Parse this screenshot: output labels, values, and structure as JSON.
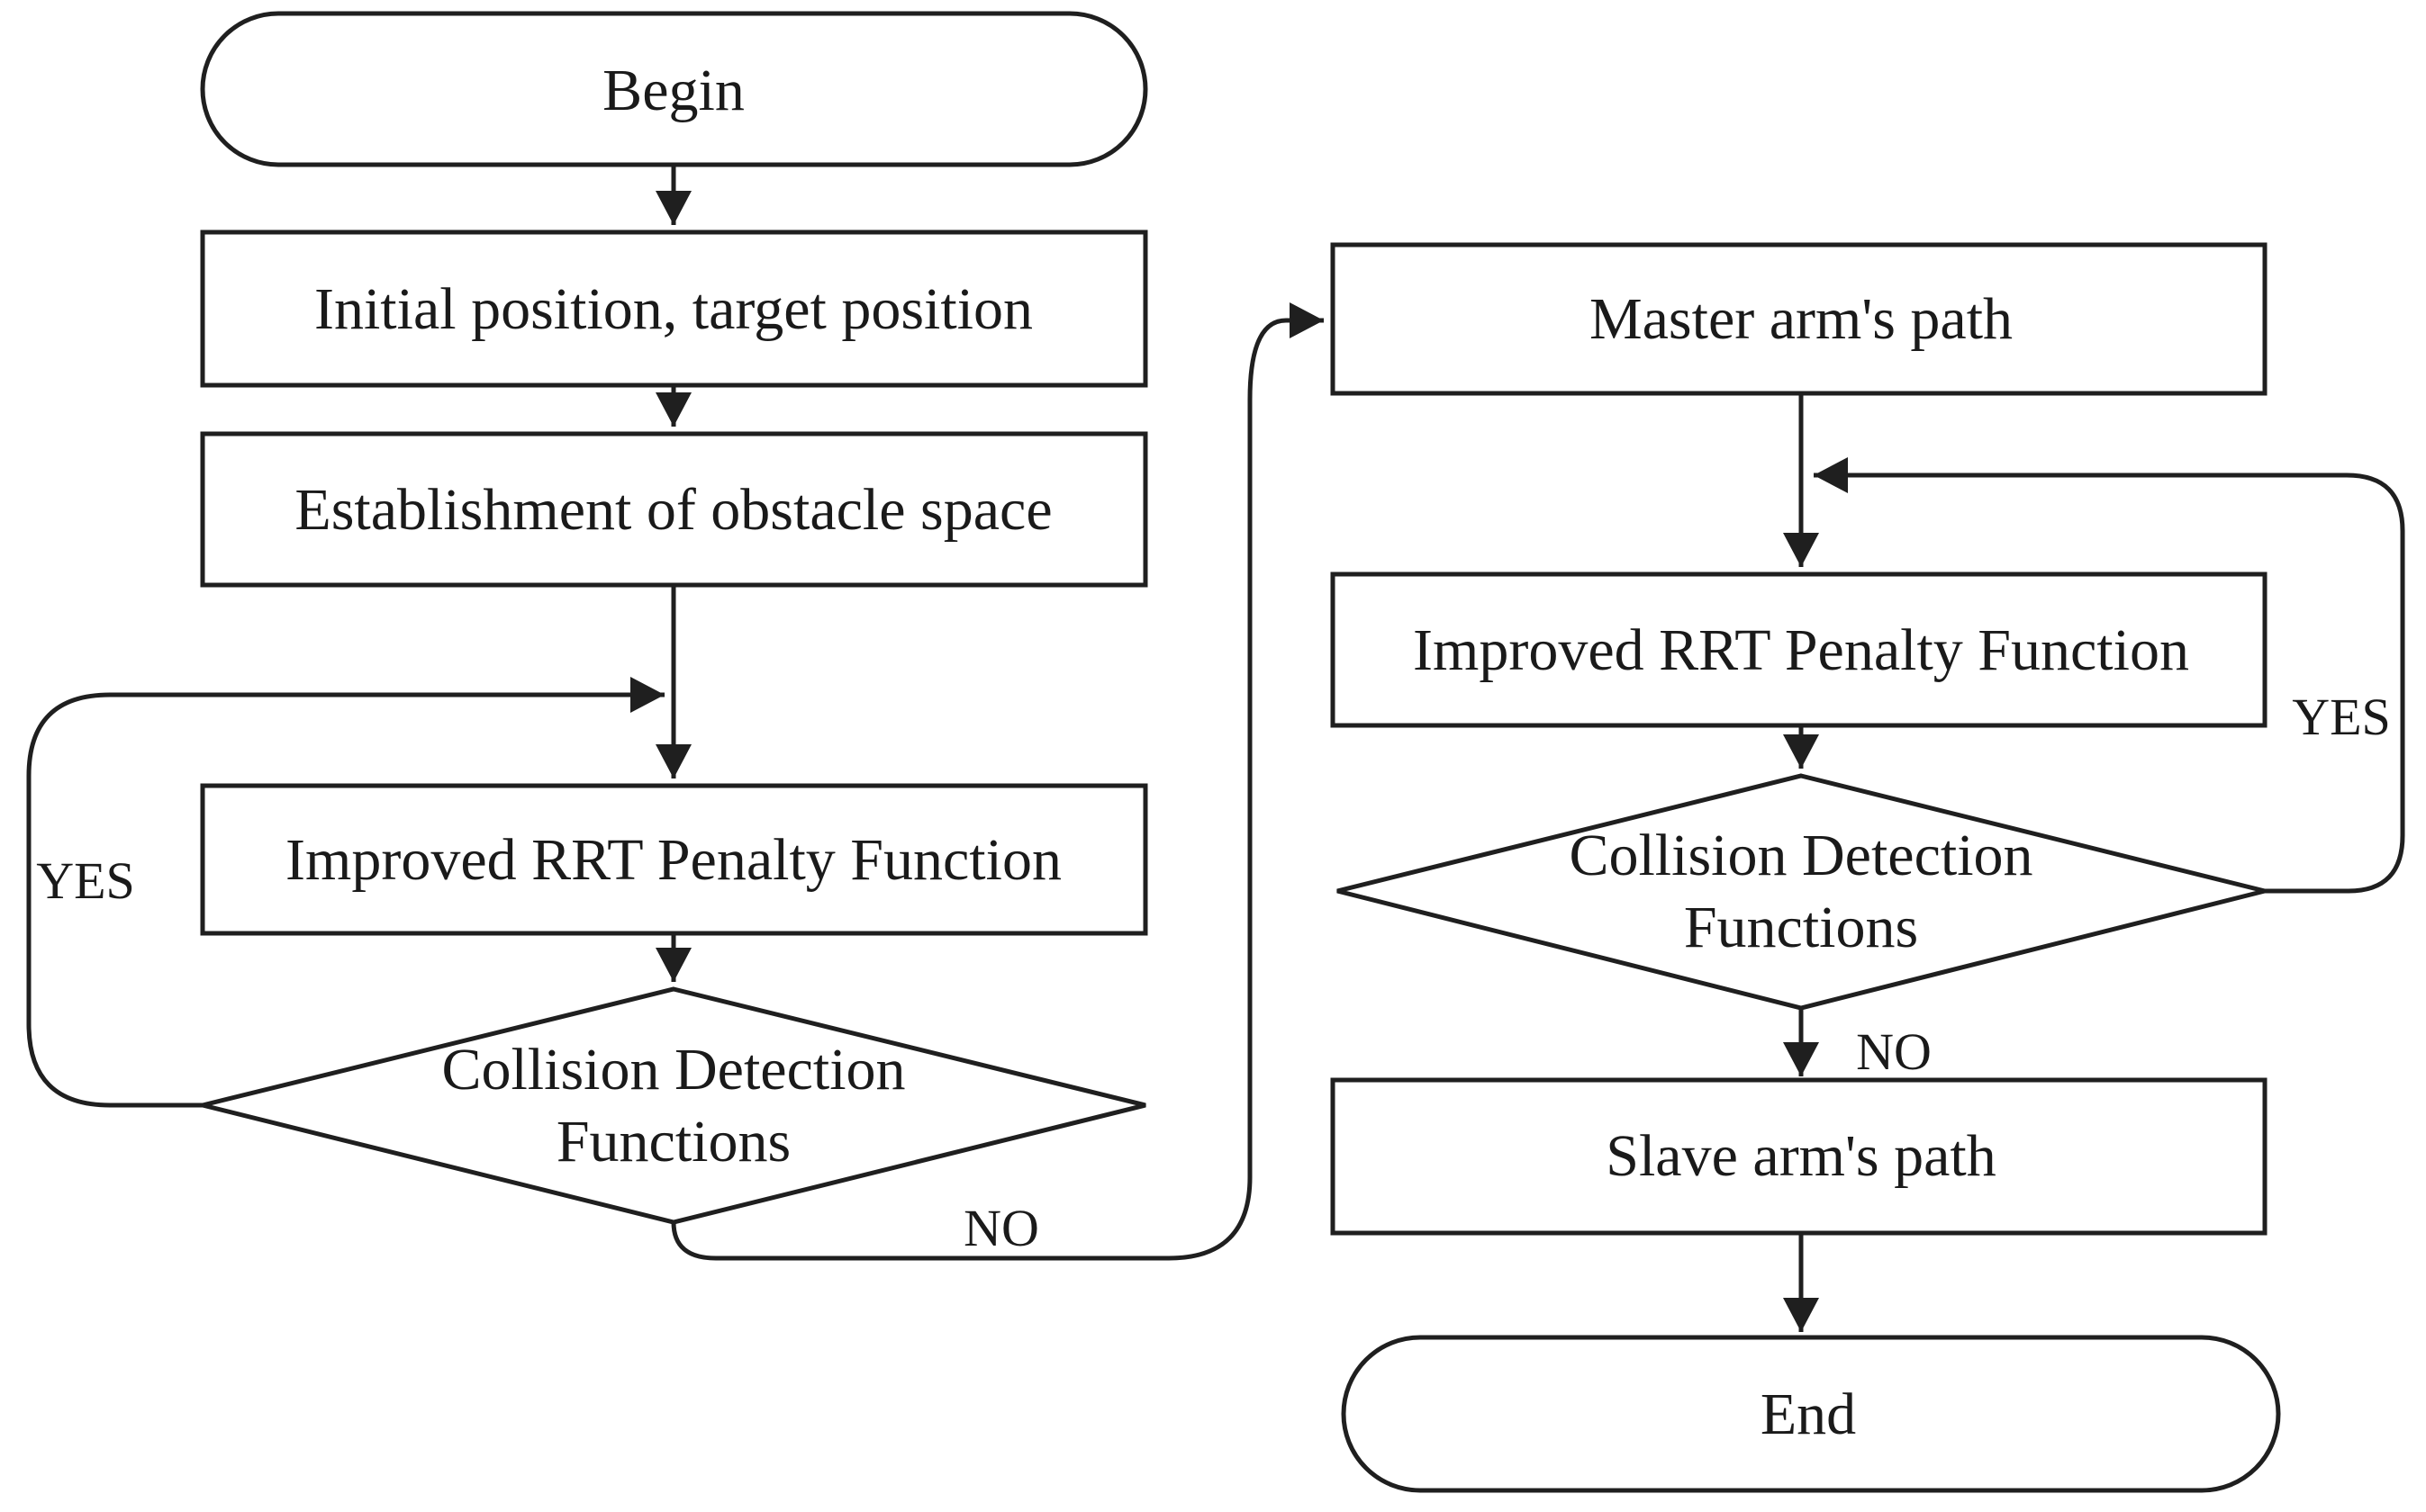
{
  "colors": {
    "ink": "#1f1f1f",
    "background": "#ffffff"
  },
  "nodes": {
    "begin": {
      "type": "terminator",
      "label": "Begin"
    },
    "initial_position": {
      "type": "process",
      "label": "Initial position, target position"
    },
    "obstacle_space": {
      "type": "process",
      "label": "Establishment of obstacle space"
    },
    "improved_rrt_left": {
      "type": "process",
      "label": "Improved RRT Penalty Function"
    },
    "collision_left": {
      "type": "decision",
      "line1": "Collision Detection",
      "line2": "Functions"
    },
    "master_arm_path": {
      "type": "process",
      "label": "Master arm's path"
    },
    "improved_rrt_right": {
      "type": "process",
      "label": "Improved RRT Penalty Function"
    },
    "collision_right": {
      "type": "decision",
      "line1": "Collision Detection",
      "line2": "Functions"
    },
    "slave_arm_path": {
      "type": "process",
      "label": "Slave arm's path"
    },
    "end": {
      "type": "terminator",
      "label": "End"
    }
  },
  "edge_labels": {
    "left_yes": "YES",
    "left_no": "NO",
    "right_yes": "YES",
    "right_no": "NO"
  }
}
